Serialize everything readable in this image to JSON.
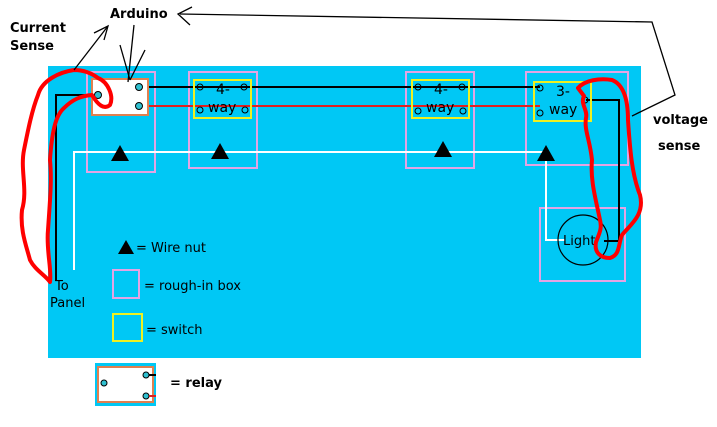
{
  "labels": {
    "arduino": "Arduino",
    "current_sense_1": "Current",
    "current_sense_2": "Sense",
    "voltage_sense_1": "voltage",
    "voltage_sense_2": "sense",
    "to_panel_1": "To",
    "to_panel_2": "Panel",
    "light": "Light"
  },
  "switches": [
    {
      "line1": "4-",
      "line2": "way"
    },
    {
      "line1": "4-",
      "line2": "way"
    },
    {
      "line1": "3-",
      "line2": "way"
    }
  ],
  "legend": {
    "wire_nut": "= Wire nut",
    "rough_in_box": "= rough-in box",
    "switch": "= switch",
    "relay": "= relay"
  },
  "colors": {
    "background_panel": "#00c8f5",
    "rough_in_box": "#e4a4e4",
    "switch": "#f0f020",
    "relay_border": "#e08050",
    "hot_wire": "#e02020",
    "scribble": "#ff0000",
    "neutral_wire": "#ffffff",
    "terminal": "#30c0d0"
  }
}
